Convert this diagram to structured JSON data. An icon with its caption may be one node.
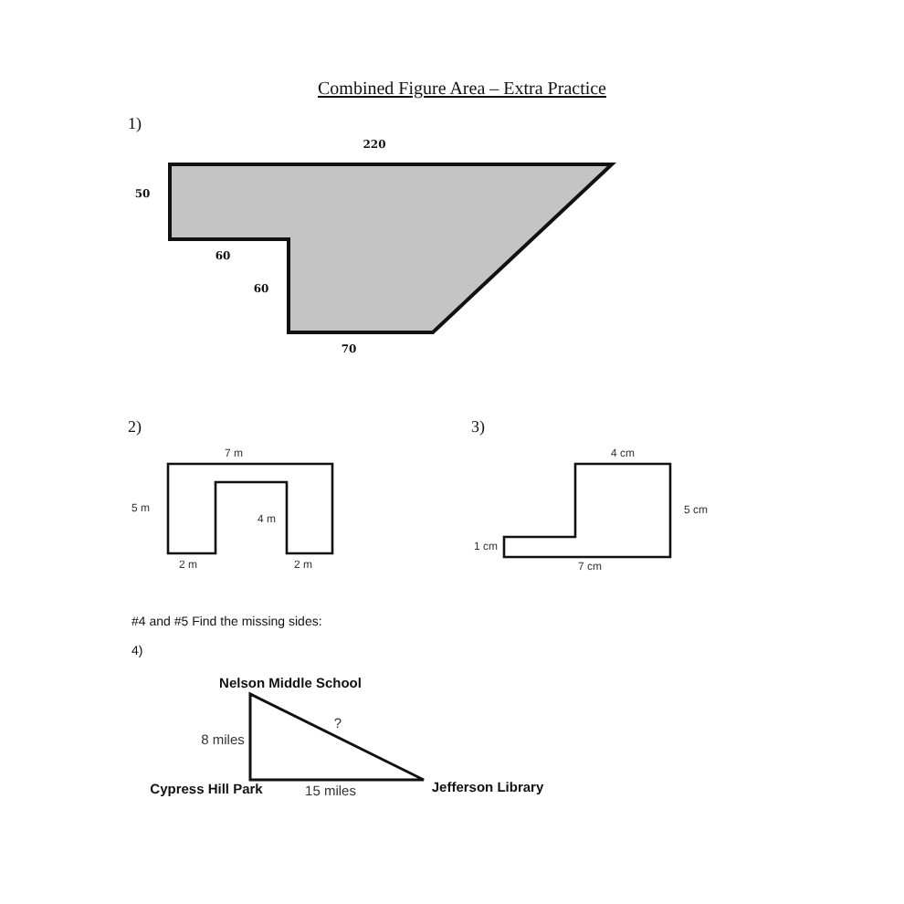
{
  "diagram": {
    "title": "Combined Figure Area – Extra Practice",
    "labels": [
      "1)",
      "220",
      "50",
      "60",
      "60",
      "70",
      "2)",
      "3)",
      "7 m",
      "4 cm",
      "5 m",
      "4 m",
      "5 cm",
      "1 cm",
      "2 m",
      "2 m",
      "7 cm",
      "#4 and #5 Find the missing sides:",
      "4)",
      "Nelson Middle School",
      "?",
      "8 miles",
      "Cypress Hill Park",
      "15 miles",
      "Jefferson Library"
    ]
  }
}
